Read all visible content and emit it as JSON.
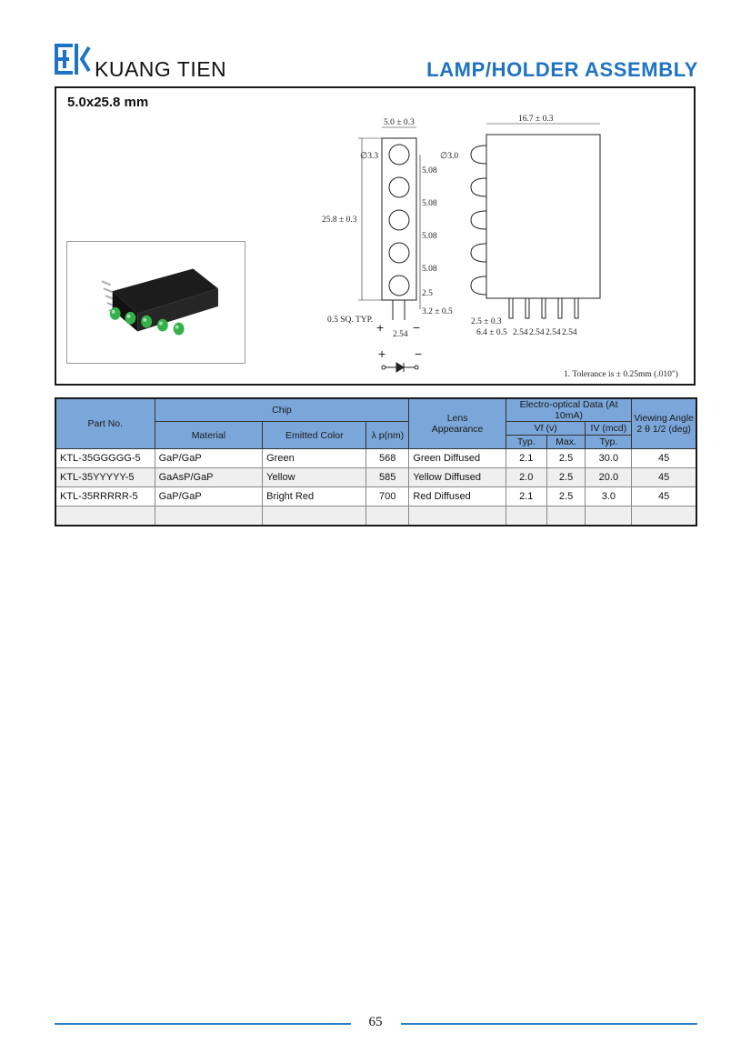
{
  "header": {
    "brand": "KUANG TIEN",
    "title": "LAMP/HOLDER ASSEMBLY"
  },
  "product": {
    "size": "5.0x25.8 mm"
  },
  "drawing": {
    "dims": {
      "width_front": "5.0 ± 0.3",
      "hole_dia": "∅3.3",
      "pitch": "5.08",
      "height": "25.8 ± 0.3",
      "end_gap": "2.5",
      "lead_len": "3.2 ± 0.5",
      "lead_sq": "0.5 SQ. TYP.",
      "lead_space": "2.54",
      "depth": "16.7 ± 0.3",
      "lens_dia": "∅3.0",
      "side_gap": "2.5 ± 0.3",
      "side_offset": "6.4 ± 0.5",
      "side_pitch": "2.54"
    },
    "plus": "+",
    "minus": "−",
    "tolerance_note": "1. Tolerance is ± 0.25mm (.010\")"
  },
  "table": {
    "headers": {
      "part_no": "Part No.",
      "chip": "Chip",
      "material": "Material",
      "emitted_color": "Emitted Color",
      "wavelength": "λ p(nm)",
      "lens_line1": "Lens",
      "lens_line2": "Appearance",
      "eo": "Electro-optical Data (At 10mA)",
      "vf": "Vf  (v)",
      "iv": "IV  (mcd)",
      "typ": "Typ.",
      "max": "Max.",
      "view_line1": "Viewing Angle",
      "view_line2": "2 θ  1/2 (deg)"
    },
    "rows": [
      {
        "part": "KTL-35GGGGG-5",
        "material": "GaP/GaP",
        "color": "Green",
        "wl": "568",
        "lens": "Green Diffused",
        "vf_typ": "2.1",
        "vf_max": "2.5",
        "iv_typ": "30.0",
        "angle": "45"
      },
      {
        "part": "KTL-35YYYYY-5",
        "material": "GaAsP/GaP",
        "color": "Yellow",
        "wl": "585",
        "lens": "Yellow Diffused",
        "vf_typ": "2.0",
        "vf_max": "2.5",
        "iv_typ": "20.0",
        "angle": "45"
      },
      {
        "part": "KTL-35RRRRR-5",
        "material": "GaP/GaP",
        "color": "Bright Red",
        "wl": "700",
        "lens": "Red Diffused",
        "vf_typ": "2.1",
        "vf_max": "2.5",
        "iv_typ": "3.0",
        "angle": "45"
      }
    ]
  },
  "footer": {
    "page": "65"
  },
  "colors": {
    "accent": "#1f73c4",
    "header_fill": "#7aa6d9",
    "led_green": "#35b04a"
  }
}
